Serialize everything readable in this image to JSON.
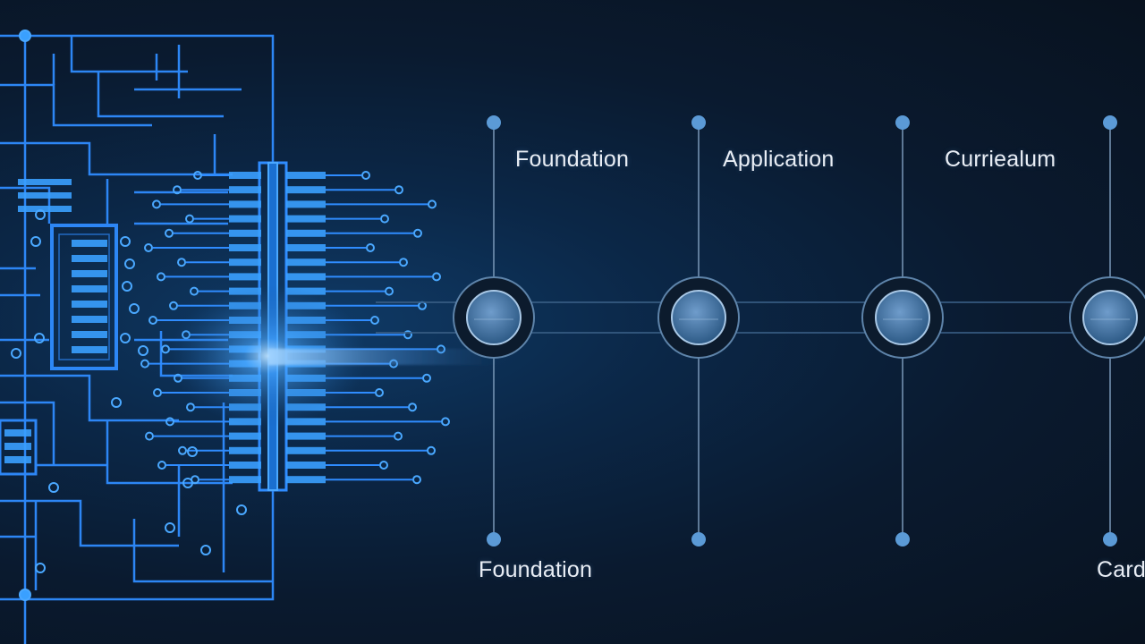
{
  "colors": {
    "circuit": "#2f8cff",
    "circuit_glow": "#4aa8ff",
    "background": "#0a1a2f",
    "node_fill": "#3b6d9b",
    "node_ring": "#0d1f34",
    "connector": "#5a7ea3",
    "text": "#e9eef5"
  },
  "timeline": {
    "top_labels": [
      "Foundation",
      "Application",
      "Curriealum"
    ],
    "bottom_labels": [
      "Foundation",
      "Card"
    ]
  }
}
